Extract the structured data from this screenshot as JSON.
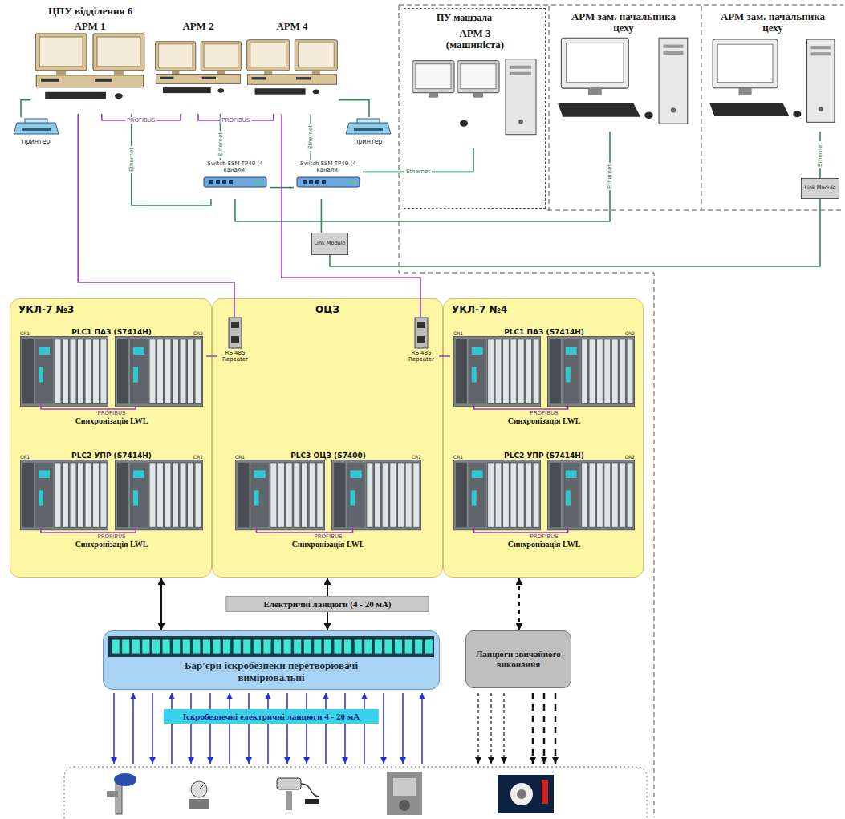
{
  "diagram": {
    "nodes": [
      {
        "text": [
          "АРМ 1"
        ]
      },
      {
        "text": [
          "АРМ 2"
        ]
      },
      {
        "text": [
          "АРМ 4"
        ]
      },
      {
        "text": [
          "принтер"
        ]
      },
      {
        "text": [
          "принтер"
        ]
      },
      {
        "text": [
          "Switch ESM TP40 (4 канали)"
        ]
      },
      {
        "text": [
          "Switch ESM TP40 (4 канали)"
        ]
      },
      {
        "text": [
          "Link Module"
        ]
      },
      {
        "text": [
          "ПУ машзала"
        ]
      },
      {
        "text": [
          "АРМ 3 (машиніста)"
        ],
        "in": 8
      },
      {
        "text": [
          "АРМ зам. начальника цеху"
        ]
      },
      {
        "text": [
          "АРМ зам. начальника цеху"
        ]
      },
      {
        "text": [
          "Link Module"
        ]
      },
      {
        "text": [
          "УКЛ-7 №3"
        ]
      },
      {
        "text": [
          "PLC1 ПАЗ (S7414H)",
          "CR1",
          "CR2",
          "PROFIBUS",
          "Синхронізація LWL"
        ],
        "in": 13
      },
      {
        "text": [
          "PLC2 УПР (S7414H)",
          "CR1",
          "CR2",
          "PROFIBUS",
          "Синхронізація LWL"
        ],
        "in": 13
      },
      {
        "text": [
          "ОЦЗ"
        ]
      },
      {
        "text": [
          "RS 485 Repeater"
        ],
        "in": 16
      },
      {
        "text": [
          "PLC3 ОЦЗ (S7400)",
          "CR1",
          "CR2",
          "PROFIBUS",
          "Синхронізація LWL"
        ],
        "in": 16
      },
      {
        "text": [
          "RS 485 Repeater"
        ],
        "in": 16
      },
      {
        "text": [
          "УКЛ-7 №4"
        ]
      },
      {
        "text": [
          "PLC1 ПАЗ (S7414H)",
          "CR1",
          "CR2",
          "PROFIBUS",
          "Синхронізація LWL"
        ],
        "in": 20
      },
      {
        "text": [
          "PLC2 УПР (S7414H)",
          "CR1",
          "CR2",
          "PROFIBUS",
          "Синхронізація LWL"
        ],
        "in": 20
      },
      {
        "text": [
          "Бар'єри іскробезпеки перетворювачі вимірювальні"
        ]
      },
      {
        "text": [
          "Ланцюги звичайного виконання"
        ]
      }
    ],
    "edges": [
      {
        "from": 0,
        "to": 1,
        "arrow": "none",
        "label": "PROFIBUS"
      },
      {
        "from": 1,
        "to": 2,
        "arrow": "none",
        "label": "PROFIBUS"
      },
      {
        "from": 0,
        "to": 3,
        "arrow": "none"
      },
      {
        "from": 2,
        "to": 4,
        "arrow": "none"
      },
      {
        "from": 0,
        "to": 5,
        "arrow": "none",
        "label": "Ethernet"
      },
      {
        "from": 1,
        "to": 5,
        "arrow": "none",
        "label": "Ethernet"
      },
      {
        "from": 2,
        "to": 6,
        "arrow": "none",
        "label": "Ethernet"
      },
      {
        "from": 5,
        "to": 6,
        "arrow": "none"
      },
      {
        "from": 6,
        "to": 9,
        "arrow": "none",
        "label": "Ethernet"
      },
      {
        "from": 5,
        "to": 10,
        "arrow": "none",
        "label": "Ethernet"
      },
      {
        "from": 6,
        "to": 7,
        "arrow": "none"
      },
      {
        "from": 7,
        "to": 12,
        "arrow": "none"
      },
      {
        "from": 12,
        "to": 11,
        "arrow": "none",
        "label": "Ethernet"
      },
      {
        "from": 0,
        "to": 17,
        "arrow": "none"
      },
      {
        "from": 2,
        "to": 19,
        "arrow": "none"
      },
      {
        "from": 17,
        "to": 14,
        "arrow": "none"
      },
      {
        "from": 19,
        "to": 21,
        "arrow": "none"
      },
      {
        "from": 13,
        "to": 23,
        "arrow": "both"
      },
      {
        "from": 16,
        "to": 23,
        "arrow": "both",
        "label": "Електричні ланцюги (4 - 20 мА)"
      },
      {
        "from": 20,
        "to": 24,
        "arrow": "both"
      }
    ],
    "labels": [
      "ЦПУ відділення 6",
      "Іскробезпечні електричні ланцюги 4 - 20 мА"
    ]
  }
}
